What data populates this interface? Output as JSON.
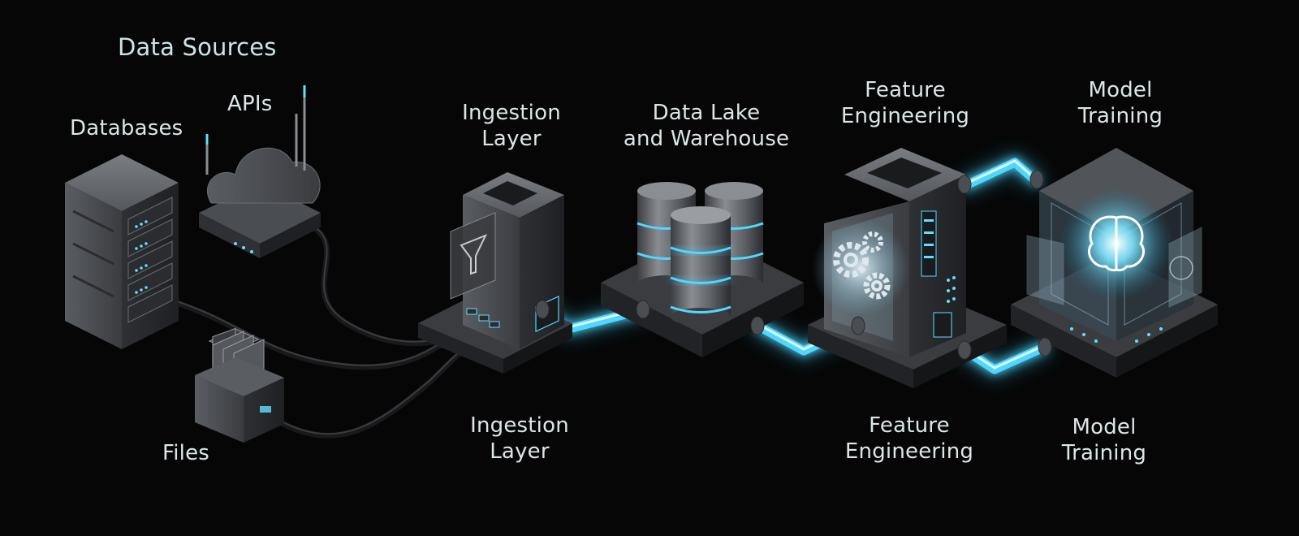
{
  "labels": {
    "data_sources": "Data Sources",
    "apis": "APIs",
    "databases": "Databases",
    "files": "Files",
    "ingestion_top": [
      "Ingestion",
      "Layer"
    ],
    "ingestion_bottom": [
      "Ingestion",
      "Layer"
    ],
    "data_lake": [
      "Data Lake",
      "and Warehouse"
    ],
    "feature_top": [
      "Feature",
      "Engineering"
    ],
    "feature_bottom": [
      "Feature",
      "Engineering"
    ],
    "model_top": [
      "Model",
      "Training"
    ],
    "model_bottom": [
      "Model",
      "Training"
    ]
  },
  "colors": {
    "background": "#060606",
    "glow": "#3fd2ff",
    "metal": "#4a4d52",
    "cable": "#1a1b1d"
  },
  "icons": [
    "server-rack-icon",
    "cloud-router-icon",
    "file-box-icon",
    "funnel-icon",
    "database-cylinders-icon",
    "gears-icon",
    "brain-icon"
  ]
}
